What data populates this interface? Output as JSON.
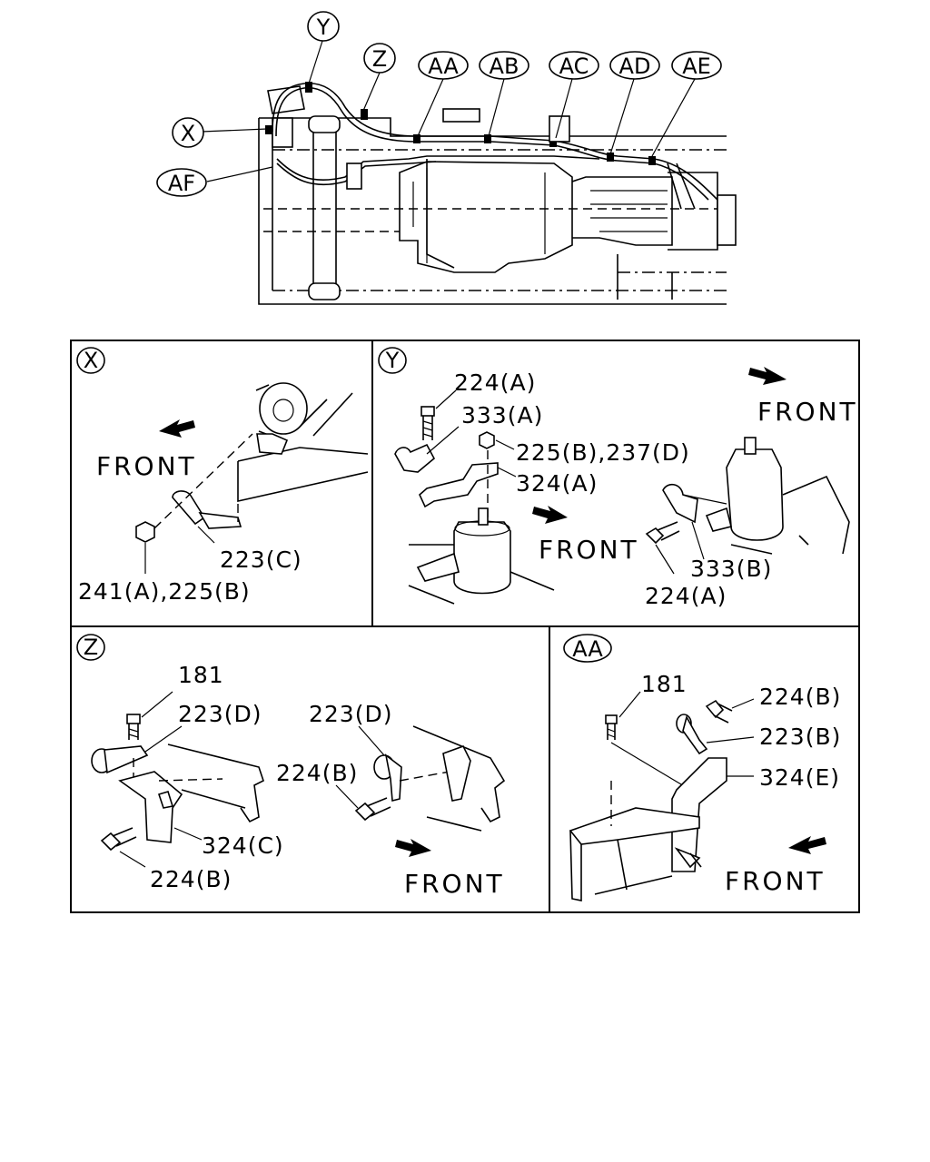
{
  "overview": {
    "callouts": [
      "Y",
      "Z",
      "AA",
      "AB",
      "AC",
      "AD",
      "AE",
      "X",
      "AF"
    ]
  },
  "detail_x": {
    "key": "X",
    "front": "FRONT",
    "parts": [
      "223(C)",
      "241(A),225(B)"
    ]
  },
  "detail_y": {
    "key": "Y",
    "front_top": "FRONT",
    "front_mid": "FRONT",
    "parts": [
      "224(A)",
      "333(A)",
      "225(B),237(D)",
      "324(A)",
      "333(B)",
      "224(A)"
    ]
  },
  "detail_z": {
    "key": "Z",
    "front": "FRONT",
    "parts": [
      "181",
      "223(D)",
      "324(C)",
      "224(B)",
      "223(D)",
      "224(B)"
    ]
  },
  "detail_aa": {
    "key": "AA",
    "front": "FRONT",
    "parts": [
      "181",
      "224(B)",
      "223(B)",
      "324(E)"
    ]
  }
}
